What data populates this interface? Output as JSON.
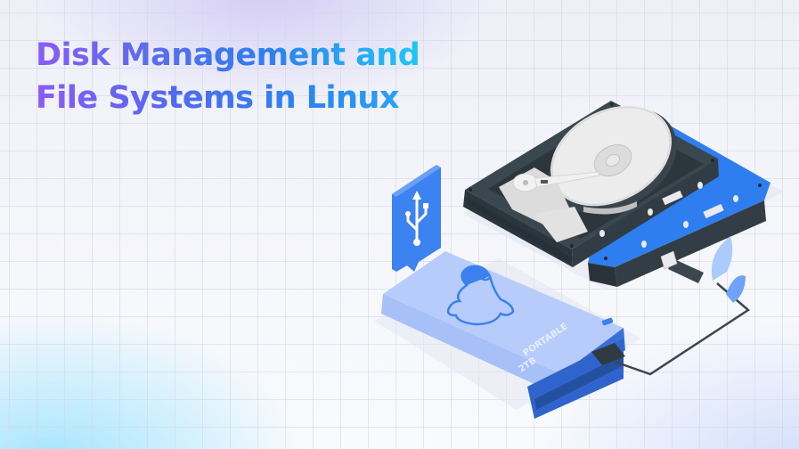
{
  "title": {
    "line1": "Disk Management and",
    "line2": "File Systems in Linux"
  },
  "illustration": {
    "drive_label_line1": "PORTABLE",
    "drive_label_line2": "2TB",
    "icons": [
      "hard-disk-drive-icon",
      "usb-symbol-icon",
      "tux-penguin-icon",
      "usb-cable-icon",
      "leaf-plant-icon"
    ]
  },
  "colors": {
    "title_gradient_start": "#8a5cf6",
    "title_gradient_end": "#1ec8f5",
    "hdd_frame": "#3b474f",
    "hdd_back_plate": "#2f7ef0",
    "portable_drive": "#b7ccfa",
    "tux_outline": "#3b80ee"
  }
}
